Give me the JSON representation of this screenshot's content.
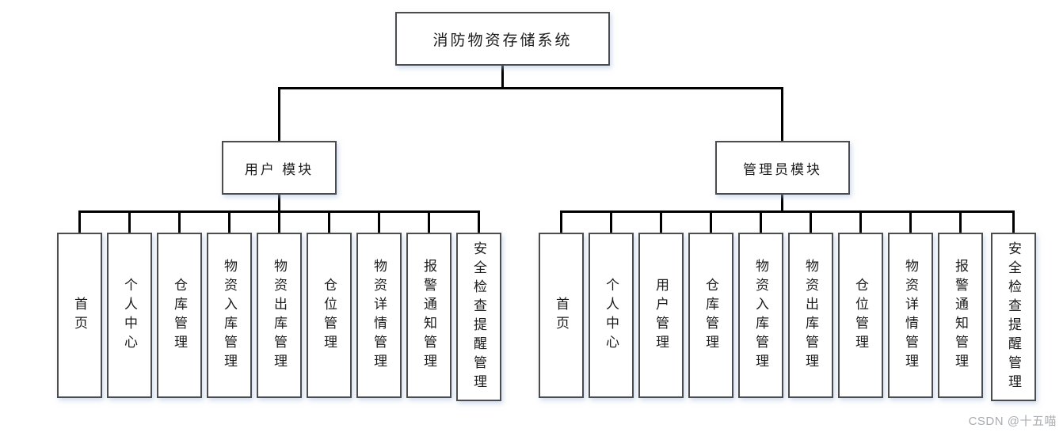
{
  "diagram": {
    "title_box": {
      "label": "消防物资存储系统"
    },
    "modules": [
      {
        "label": "用户 模块",
        "children": [
          "首页",
          "个人中心",
          "仓库管理",
          "物资入库管理",
          "物资出库管理",
          "仓位管理",
          "物资详情管理",
          "报警通知管理",
          "安全检查提醒管理"
        ]
      },
      {
        "label": "管理员模块",
        "children": [
          "首页",
          "个人中心",
          "用户管理",
          "仓库管理",
          "物资入库管理",
          "物资出库管理",
          "仓位管理",
          "物资详情管理",
          "报警通知管理",
          "安全检查提醒管理"
        ]
      }
    ]
  },
  "watermark": "CSDN @十五喵",
  "colors": {
    "line": "#000000",
    "box_border": "#4c4c4c",
    "box_fill": "#ffffff",
    "text": "#1c1c1c",
    "watermark": "#a9acb0"
  }
}
